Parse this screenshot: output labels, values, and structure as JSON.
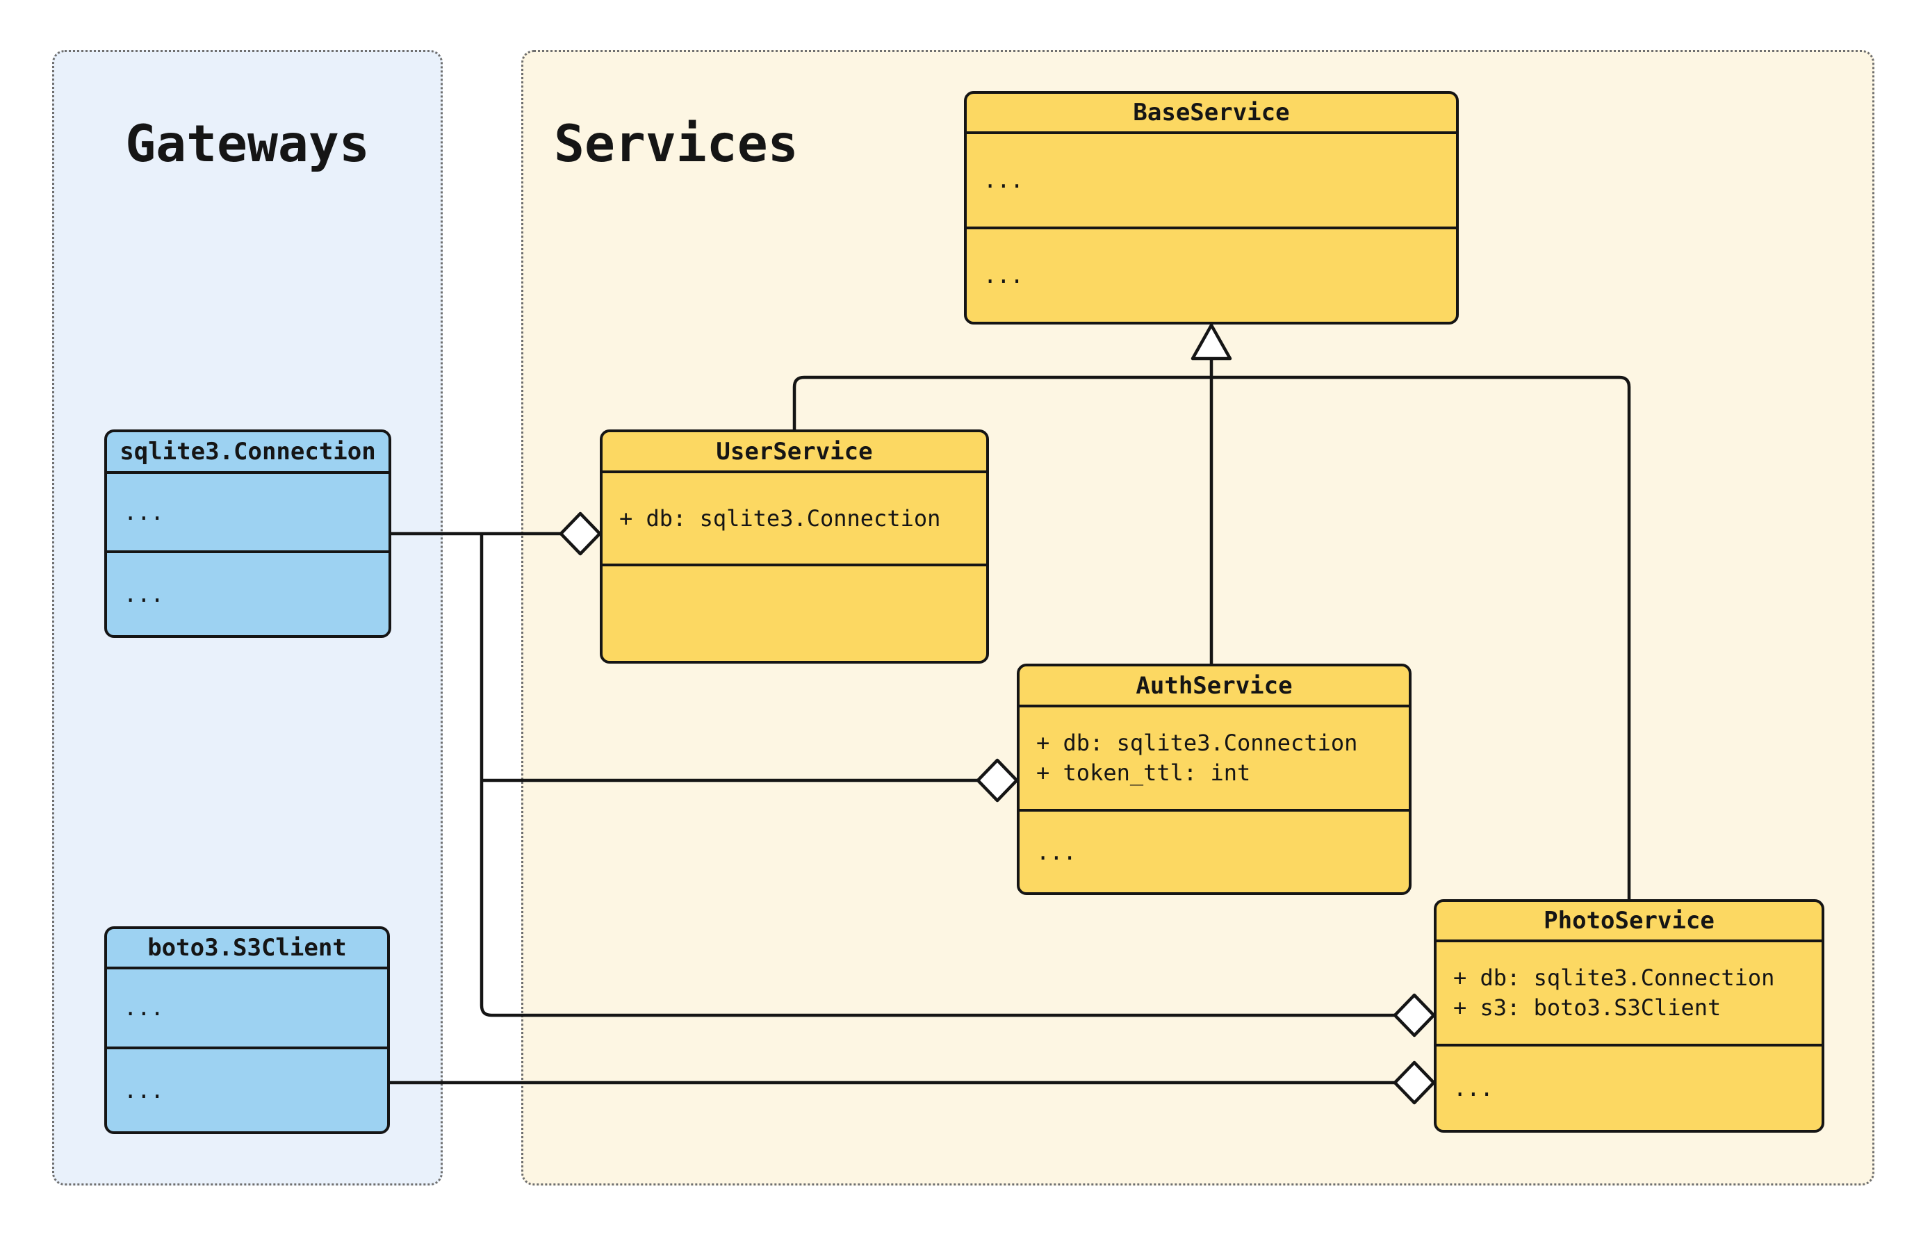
{
  "diagram": {
    "kind": "uml-class-diagram",
    "background": "#ffffff",
    "line_color": "#151515"
  },
  "groups": {
    "gateways": {
      "title": "Gateways",
      "fill": "#e9f1fb"
    },
    "services": {
      "title": "Services",
      "fill": "#fdf6e3"
    }
  },
  "classes": {
    "sqlite": {
      "title": "sqlite3.Connection",
      "fill": "#9dd2f2",
      "attributes": [
        "..."
      ],
      "methods": [
        "..."
      ]
    },
    "boto": {
      "title": "boto3.S3Client",
      "fill": "#9dd2f2",
      "attributes": [
        "..."
      ],
      "methods": [
        "..."
      ]
    },
    "base": {
      "title": "BaseService",
      "fill": "#fcd862",
      "attributes": [
        "..."
      ],
      "methods": [
        "..."
      ]
    },
    "user": {
      "title": "UserService",
      "fill": "#fcd862",
      "attributes": [
        "+ db: sqlite3.Connection"
      ],
      "methods": []
    },
    "auth": {
      "title": "AuthService",
      "fill": "#fcd862",
      "attributes": [
        "+ db: sqlite3.Connection",
        "+ token_ttl: int"
      ],
      "methods": [
        "..."
      ]
    },
    "photo": {
      "title": "PhotoService",
      "fill": "#fcd862",
      "attributes": [
        "+ db: sqlite3.Connection",
        "+ s3: boto3.S3Client"
      ],
      "methods": [
        "..."
      ]
    }
  },
  "relationships": {
    "inheritance": [
      {
        "child": "UserService",
        "parent": "BaseService"
      },
      {
        "child": "AuthService",
        "parent": "BaseService"
      },
      {
        "child": "PhotoService",
        "parent": "BaseService"
      }
    ],
    "aggregations": [
      {
        "part": "sqlite3.Connection",
        "whole": "UserService"
      },
      {
        "part": "sqlite3.Connection",
        "whole": "AuthService"
      },
      {
        "part": "sqlite3.Connection",
        "whole": "PhotoService"
      },
      {
        "part": "boto3.S3Client",
        "whole": "PhotoService"
      }
    ]
  }
}
